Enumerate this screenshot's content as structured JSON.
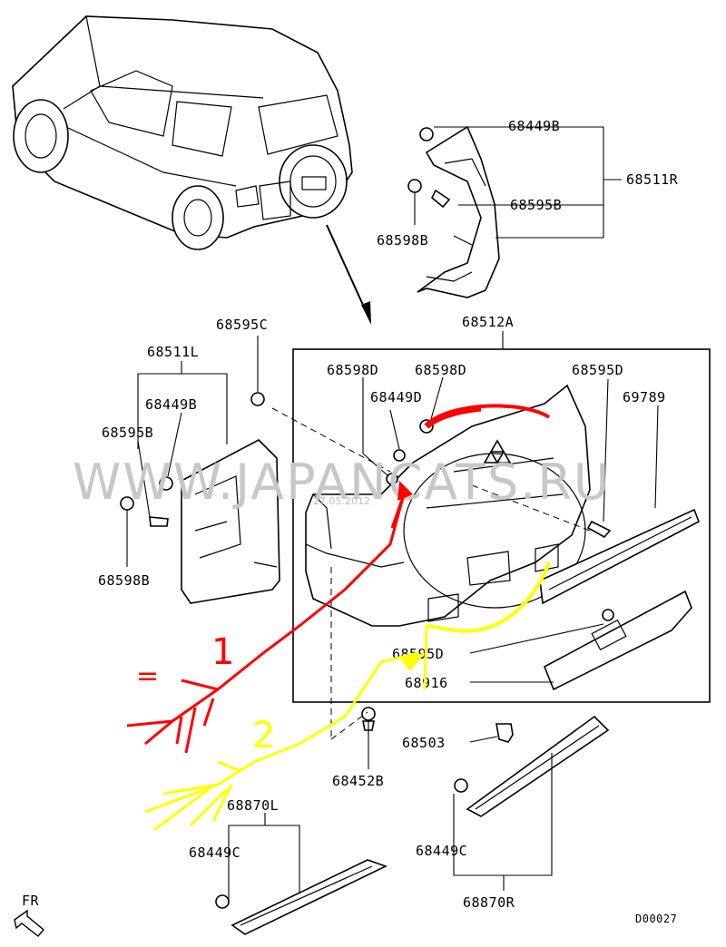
{
  "diagram": {
    "title": "Rear spare tire cover assembly",
    "parts": {
      "p68449B_top": "68449B",
      "p68511R": "68511R",
      "p68595B_top": "68595B",
      "p68598B_top": "68598B",
      "p68595C": "68595C",
      "p68512A": "68512A",
      "p68511L": "68511L",
      "p68449B_left": "68449B",
      "p68595B_left": "68595B",
      "p68598B_left": "68598B",
      "p68598D_a": "68598D",
      "p68598D_b": "68598D",
      "p68449D": "68449D",
      "p68595D_top": "68595D",
      "p69789": "69789",
      "p68595D_mid": "68595D",
      "p68916": "68916",
      "p68503": "68503",
      "p68452B": "68452B",
      "p68870L": "68870L",
      "p68449C_left": "68449C",
      "p68449C_right": "68449C",
      "p68870R": "68870R"
    },
    "watermark": "WWW.JAPANCATS.RU",
    "watermark_date": "27.05.2012",
    "direction_label": "FR",
    "diagram_code": "D00027",
    "annotations": {
      "mark_1": "1",
      "mark_2": "2",
      "equals_mark": "=",
      "color_1": "#ff0000",
      "color_2": "#ffff00"
    }
  }
}
